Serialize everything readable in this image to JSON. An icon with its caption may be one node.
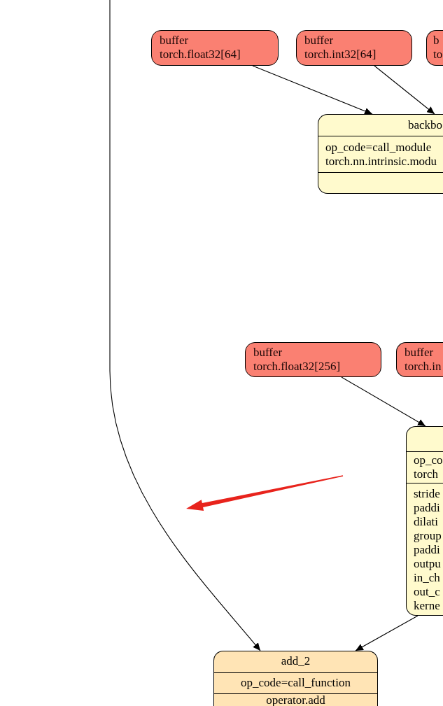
{
  "diagram": {
    "nodes": [
      {
        "text": [
          "buffer torch.float32[64]"
        ]
      },
      {
        "text": [
          "buffer torch.int32[64]"
        ]
      },
      {
        "text": [
          "b to"
        ]
      },
      {
        "text": [
          "backbo",
          "op_code=call_module torch.nn.intrinsic.modu"
        ]
      },
      {
        "text": [
          "buffer torch.float32[256]"
        ]
      },
      {
        "text": [
          "buffer torch.in"
        ]
      },
      {
        "text": [
          "op_co torch",
          "stride paddi dilati group paddi outpu in_ch out_c kerne"
        ]
      },
      {
        "text": [
          "add_2",
          "op_code=call_function",
          "operator.add"
        ]
      }
    ],
    "edges": [
      {
        "from": null,
        "to": 7,
        "arrow": "to"
      },
      {
        "from": 0,
        "to": 3,
        "arrow": "to"
      },
      {
        "from": 1,
        "to": 3,
        "arrow": "to"
      },
      {
        "from": 4,
        "to": 6,
        "arrow": "to"
      },
      {
        "from": 6,
        "to": 7,
        "arrow": "to"
      }
    ]
  }
}
